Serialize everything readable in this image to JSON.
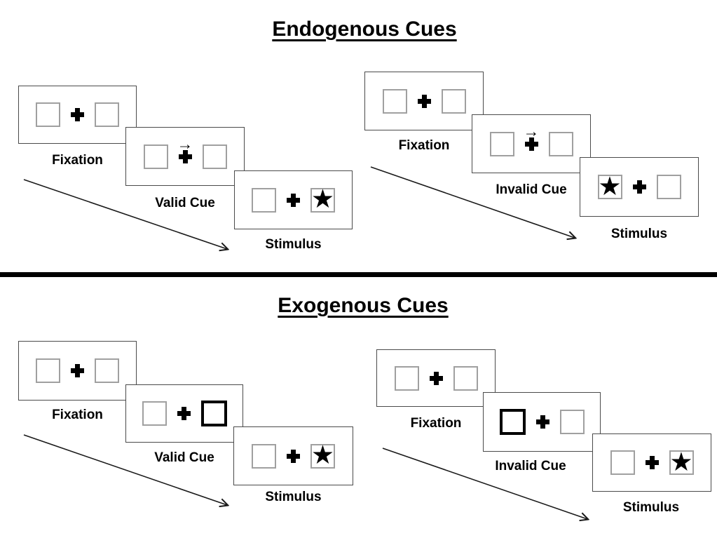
{
  "diagram": {
    "kind": "spatial-cueing-task-schematic",
    "sections": [
      {
        "title": "Endogenous Cues",
        "groups": [
          {
            "condition": "Valid",
            "panels": [
              {
                "label": "Fixation",
                "left_box": "empty",
                "center": "fixation-cross",
                "right_box": "empty"
              },
              {
                "label": "Valid Cue",
                "left_box": "empty",
                "center": "fixation-cross-with-right-arrow-above",
                "right_box": "empty"
              },
              {
                "label": "Stimulus",
                "left_box": "empty",
                "center": "fixation-cross",
                "right_box": "star"
              }
            ]
          },
          {
            "condition": "Invalid",
            "panels": [
              {
                "label": "Fixation",
                "left_box": "empty",
                "center": "fixation-cross",
                "right_box": "empty"
              },
              {
                "label": "Invalid Cue",
                "left_box": "empty",
                "center": "fixation-cross-with-right-arrow-above",
                "right_box": "empty"
              },
              {
                "label": "Stimulus",
                "left_box": "star",
                "center": "fixation-cross",
                "right_box": "empty"
              }
            ]
          }
        ]
      },
      {
        "title": "Exogenous Cues",
        "groups": [
          {
            "condition": "Valid",
            "panels": [
              {
                "label": "Fixation",
                "left_box": "empty",
                "center": "fixation-cross",
                "right_box": "empty"
              },
              {
                "label": "Valid Cue",
                "left_box": "empty",
                "center": "fixation-cross",
                "right_box": "highlighted-bold-box"
              },
              {
                "label": "Stimulus",
                "left_box": "empty",
                "center": "fixation-cross",
                "right_box": "star"
              }
            ]
          },
          {
            "condition": "Invalid",
            "panels": [
              {
                "label": "Fixation",
                "left_box": "empty",
                "center": "fixation-cross",
                "right_box": "empty"
              },
              {
                "label": "Invalid Cue",
                "left_box": "highlighted-bold-box",
                "center": "fixation-cross",
                "right_box": "empty"
              },
              {
                "label": "Stimulus",
                "left_box": "empty",
                "center": "fixation-cross",
                "right_box": "star"
              }
            ]
          }
        ]
      }
    ]
  },
  "icons": {
    "star": "★",
    "cue_arrow": "→",
    "fixation_cross": "heavy-plus",
    "timeline_arrow": "diagonal-arrow-down-right"
  },
  "colors": {
    "background": "#ffffff",
    "ink": "#000000",
    "panel_border": "#4a4a4a",
    "box_border": "#a0a0a0",
    "highlight_box_border": "#000000"
  }
}
